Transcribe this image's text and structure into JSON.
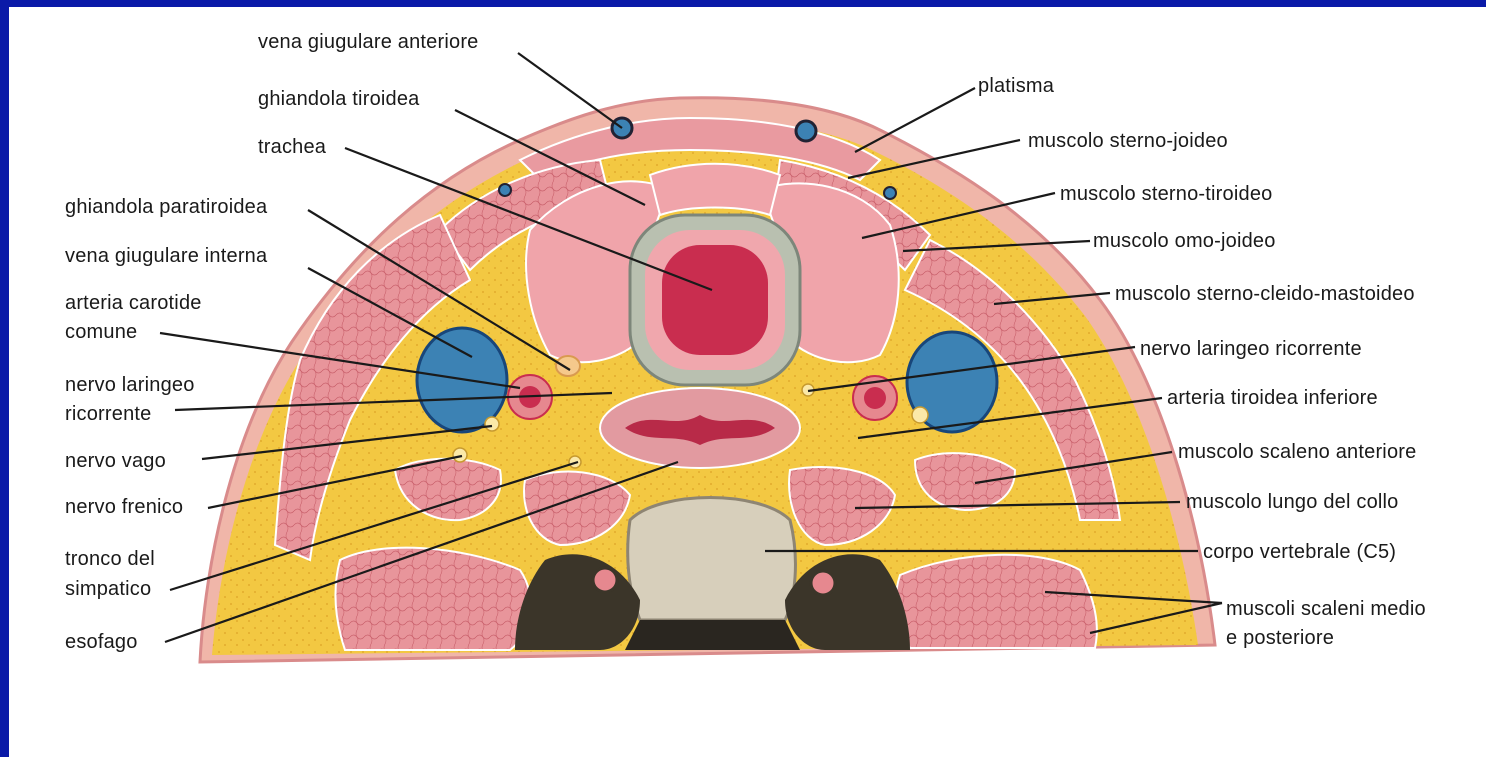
{
  "labels": {
    "vena_giugulare_anteriore": "vena giugulare anteriore",
    "ghiandola_tiroidea": "ghiandola tiroidea",
    "trachea": "trachea",
    "ghiandola_paratiroidea": "ghiandola paratiroidea",
    "vena_giugulare_interna": "vena giugulare interna",
    "arteria_carotide_1": "arteria carotide",
    "arteria_carotide_2": "comune",
    "nervo_laringeo_left_1": "nervo laringeo",
    "nervo_laringeo_left_2": "ricorrente",
    "nervo_vago": "nervo vago",
    "nervo_frenico": "nervo frenico",
    "tronco_1": "tronco del",
    "tronco_2": "simpatico",
    "esofago": "esofago",
    "platisma": "platisma",
    "sterno_joideo": "muscolo sterno-joideo",
    "sterno_tiroideo": "muscolo sterno-tiroideo",
    "omo_joideo": "muscolo omo-joideo",
    "sterno_cleido": "muscolo sterno-cleido-mastoideo",
    "nervo_laringeo_right": "nervo laringeo ricorrente",
    "arteria_tiroidea": "arteria tiroidea inferiore",
    "scaleno_anteriore": "muscolo scaleno anteriore",
    "lungo_collo": "muscolo lungo del collo",
    "corpo_vertebrale": "corpo vertebrale (C5)",
    "scaleni_1": "muscoli scaleni medio",
    "scaleni_2": "e posteriore"
  },
  "colors": {
    "frame": "#0a1aa8",
    "fat": "#f2c43e",
    "muscle": "#e58f96",
    "muscle_light": "#f0a7ad",
    "trachea_lumen": "#c92d4f",
    "vein": "#3c82b4",
    "artery": "#d83050",
    "bone": "#d7cfbb",
    "leader": "#1a1a1a"
  }
}
